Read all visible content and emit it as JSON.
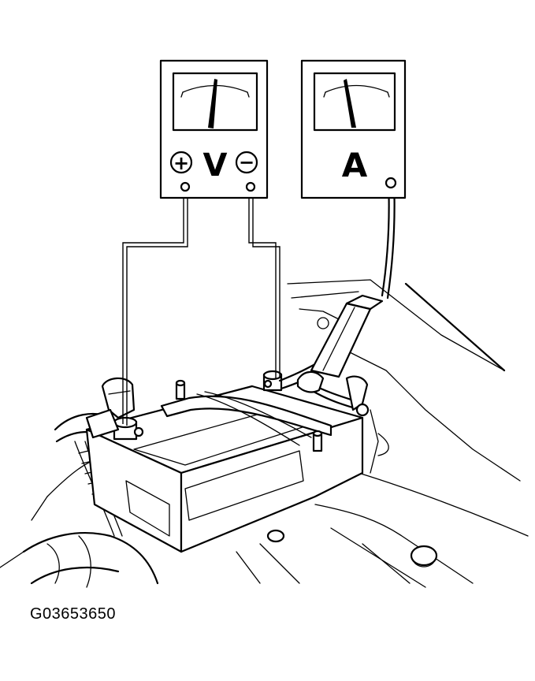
{
  "figure": {
    "id": "G03653650"
  },
  "voltmeter": {
    "unit_label": "V",
    "positive_symbol": "+",
    "negative_symbol": "−"
  },
  "ammeter": {
    "unit_label": "A"
  }
}
